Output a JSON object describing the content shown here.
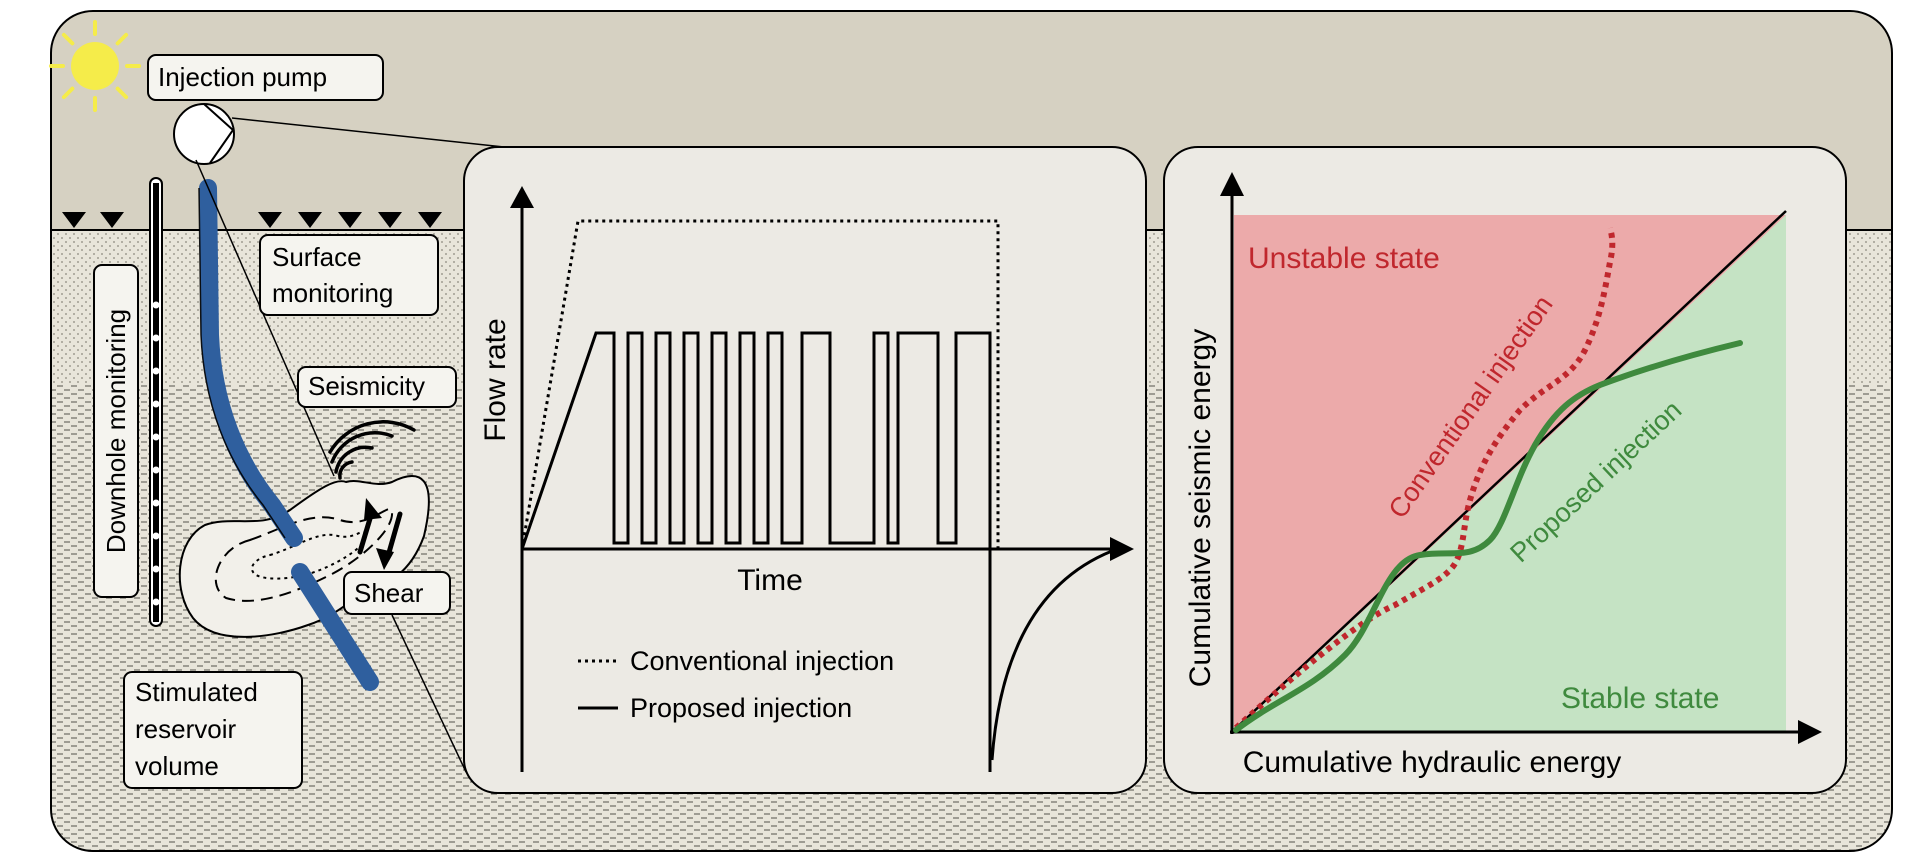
{
  "labels": {
    "injection_pump": "Injection pump",
    "surface_monitoring_line1": "Surface",
    "surface_monitoring_line2": "monitoring",
    "downhole_monitoring": "Downhole monitoring",
    "seismicity": "Seismicity",
    "shear": "Shear",
    "srv_line1": "Stimulated",
    "srv_line2": "reservoir",
    "srv_line3": "volume"
  },
  "flow_panel": {
    "ylabel": "Flow rate",
    "xlabel": "Time",
    "legend": [
      {
        "label": "Conventional injection",
        "style": "dotted"
      },
      {
        "label": "Proposed injection",
        "style": "solid"
      }
    ]
  },
  "energy_panel": {
    "ylabel": "Cumulative seismic energy",
    "xlabel": "Cumulative hydraulic energy",
    "unstable_label": "Unstable state",
    "stable_label": "Stable state",
    "conventional_label": "Conventional injection",
    "proposed_label": "Proposed injection"
  },
  "colors": {
    "sky": "#d6d1c2",
    "ground": "#e9e6dc",
    "panel": "#eceae4",
    "well": "#2f5f9e",
    "sun": "#f5ec4a",
    "unstable_fill": "#ecaaaa",
    "stable_fill": "#c5e3c4",
    "conventional_curve": "#c0272d",
    "proposed_curve": "#3f8a3e"
  }
}
